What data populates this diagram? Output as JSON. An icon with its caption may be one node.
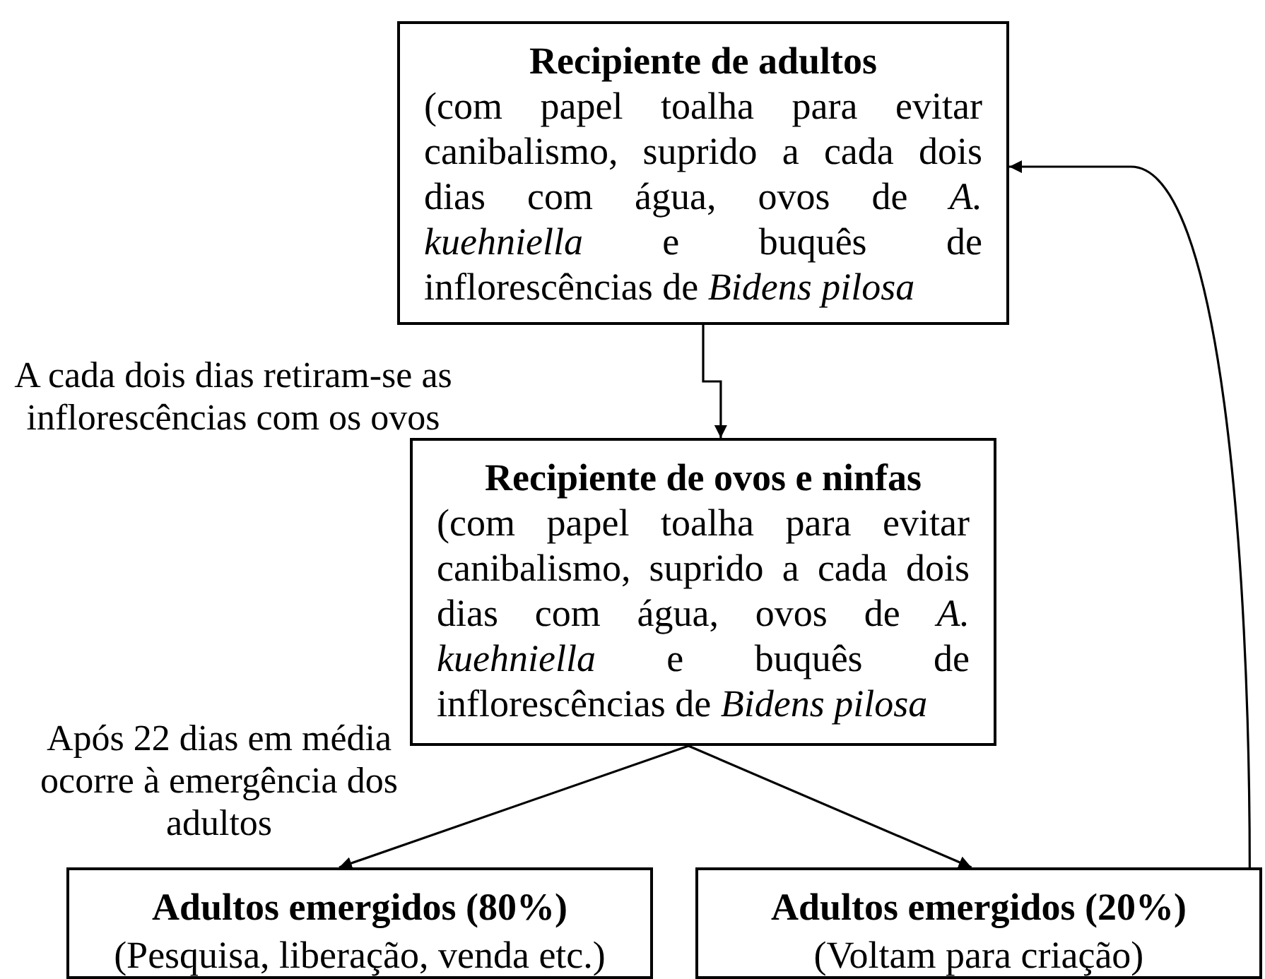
{
  "diagram": {
    "nodes": [
      {
        "text": [
          "Recipiente de adultos",
          "(com papel toalha para evitar canibalismo, suprido a cada dois dias com água, ovos de *A. kuehniella* e buquês de inflorescências de *Bidens pilosa*"
        ]
      },
      {
        "text": [
          "Recipiente de ovos e ninfas",
          "(com papel toalha para evitar canibalismo, suprido a cada dois dias com água, ovos de *A. kuehniella* e buquês de inflorescências de *Bidens pilosa*"
        ]
      },
      {
        "text": [
          "Adultos emergidos (80%)",
          "(Pesquisa, liberação, venda etc.)"
        ]
      },
      {
        "text": [
          "Adultos emergidos (20%)",
          "(Voltam para criação)"
        ]
      }
    ],
    "edges": [
      {
        "from": 0,
        "to": 1,
        "arrow": "to"
      },
      {
        "from": 1,
        "to": 2,
        "arrow": "to"
      },
      {
        "from": 1,
        "to": 3,
        "arrow": "to"
      },
      {
        "from": 3,
        "to": 0,
        "arrow": "to"
      }
    ],
    "labels": [
      "A cada dois dias retiram-se as inflorescências com os ovos",
      "Após 22 dias em média ocorre à emergência dos adultos"
    ]
  }
}
